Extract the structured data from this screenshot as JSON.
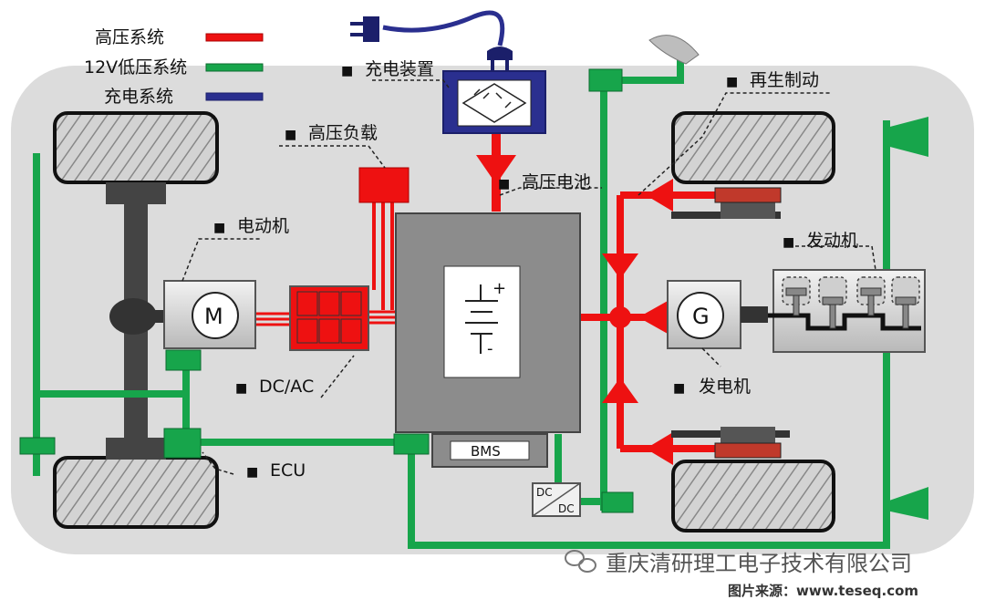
{
  "legend": {
    "items": [
      {
        "label": "高压系统",
        "color": "#ee1111"
      },
      {
        "label": "12V低压系统",
        "color": "#17a54b"
      },
      {
        "label": "充电系统",
        "color": "#2a2f8f"
      }
    ]
  },
  "components": {
    "charger_label": "充电装置",
    "hv_load_label": "高压负载",
    "hv_battery_label": "高压电池",
    "motor_label": "电动机",
    "motor_symbol": "M",
    "dcac_label": "DC/AC",
    "ecu_label": "ECU",
    "bms_label": "BMS",
    "dcdc_top": "DC",
    "dcdc_bottom": "DC",
    "generator_label": "发电机",
    "generator_symbol": "G",
    "engine_label": "发动机",
    "regen_label": "再生制动",
    "battery_plus": "+",
    "battery_minus": "-"
  },
  "bullet": "■",
  "footer": {
    "watermark": "重庆清研理工电子技术有限公司",
    "source": "图片来源：www.teseq.com"
  },
  "colors": {
    "hv": "#ee1111",
    "lv": "#17a54b",
    "charge": "#2a2f8f",
    "body": "#dcdcdc",
    "battery": "#8c8c8c"
  }
}
